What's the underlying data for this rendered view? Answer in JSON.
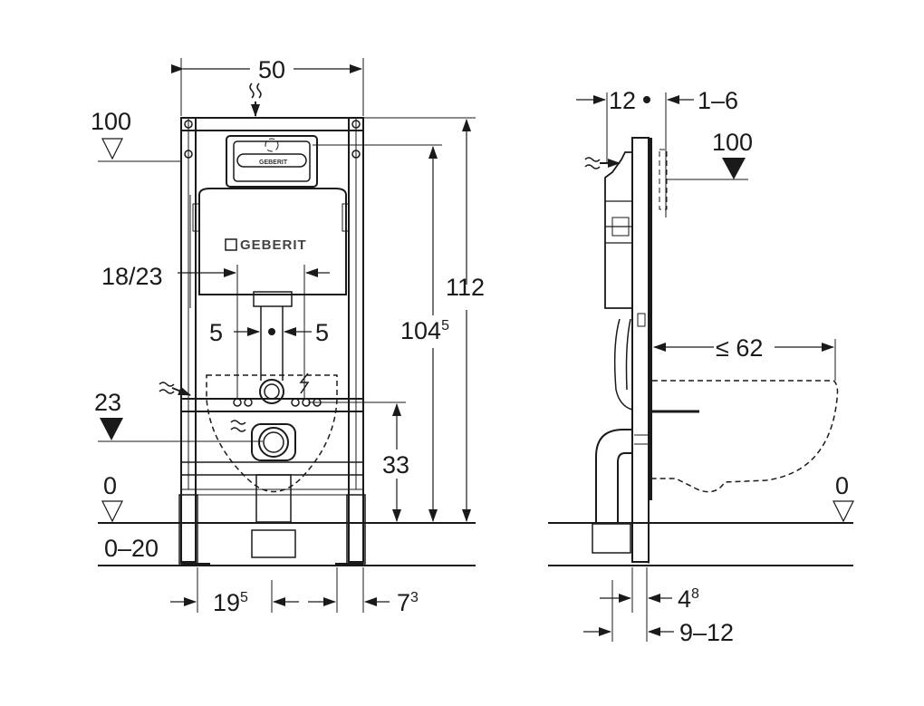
{
  "front_view": {
    "width": "50",
    "level_top": "100",
    "level_mid": "23",
    "level_floor": "0",
    "floor_range": "0–20",
    "flush_width": "18/23",
    "offset_left": "5",
    "offset_right": "5",
    "height_total": "112",
    "height_frame_base": "104",
    "height_frame_sup": "5",
    "height_drain": "33",
    "foot_left_base": "19",
    "foot_left_sup": "5",
    "foot_right_base": "7",
    "foot_right_sup": "3",
    "brand": "GEBERIT"
  },
  "side_view": {
    "top_left": "12",
    "top_right": "1–6",
    "level_top": "100",
    "bowl_projection": "≤ 62",
    "level_floor": "0",
    "bottom_a_base": "4",
    "bottom_a_sup": "8",
    "bottom_b": "9–12"
  }
}
